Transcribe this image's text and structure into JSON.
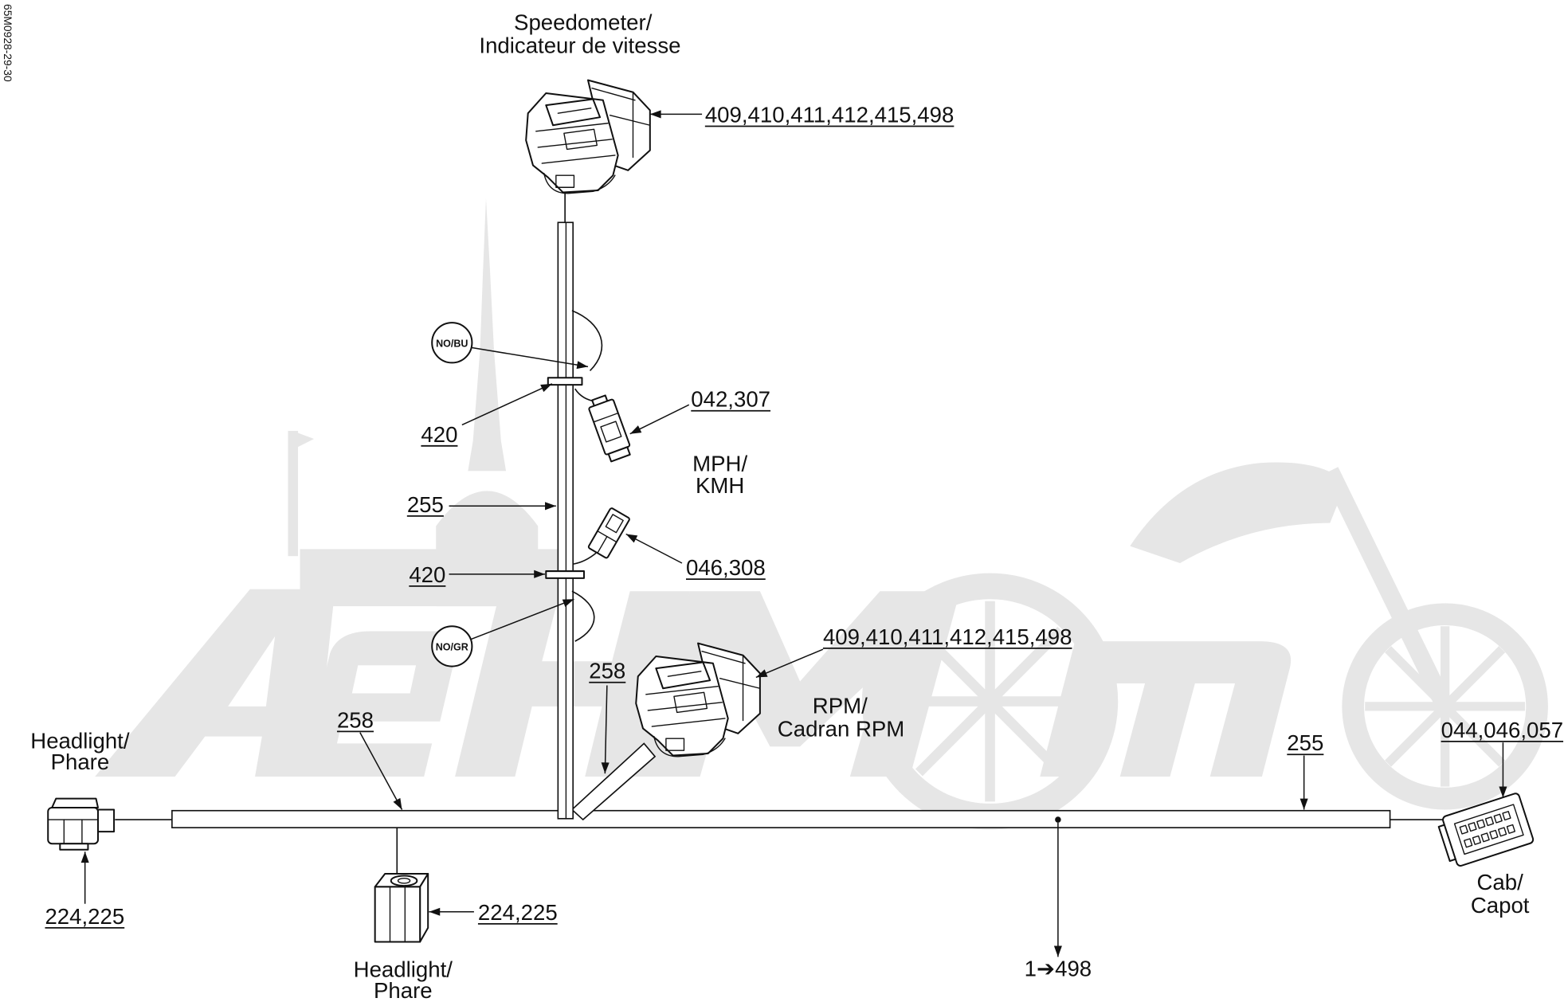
{
  "drawing_number": "65M0928-29-30",
  "labels": {
    "speedometer": [
      "Speedometer/",
      "Indicateur de vitesse"
    ],
    "mph_kmh": [
      "MPH/",
      "KMH"
    ],
    "rpm": [
      "RPM/",
      "Cadran RPM"
    ],
    "headlight_left": [
      "Headlight/",
      "Phare"
    ],
    "headlight_bottom": [
      "Headlight/",
      "Phare"
    ],
    "cab": [
      "Cab/",
      "Capot"
    ]
  },
  "callouts": {
    "speedometer_connector": "409,410,411,412,415,498",
    "clip_upper": "420",
    "connector_042": "042,307",
    "harness_vertical": "255",
    "connector_046": "046,308",
    "clip_lower": "420",
    "rpm_branch": "258",
    "rpm_connector": "409,410,411,412,415,498",
    "headlight_branch": "258",
    "harness_main": "255",
    "cab_connector": "044,046,057",
    "headlight_left_connector": "224,225",
    "headlight_bottom_connector": "224,225",
    "harness_assembly": "1➔498"
  },
  "wire_tags": {
    "upper": "NO/BU",
    "lower": "NO/GR"
  }
}
